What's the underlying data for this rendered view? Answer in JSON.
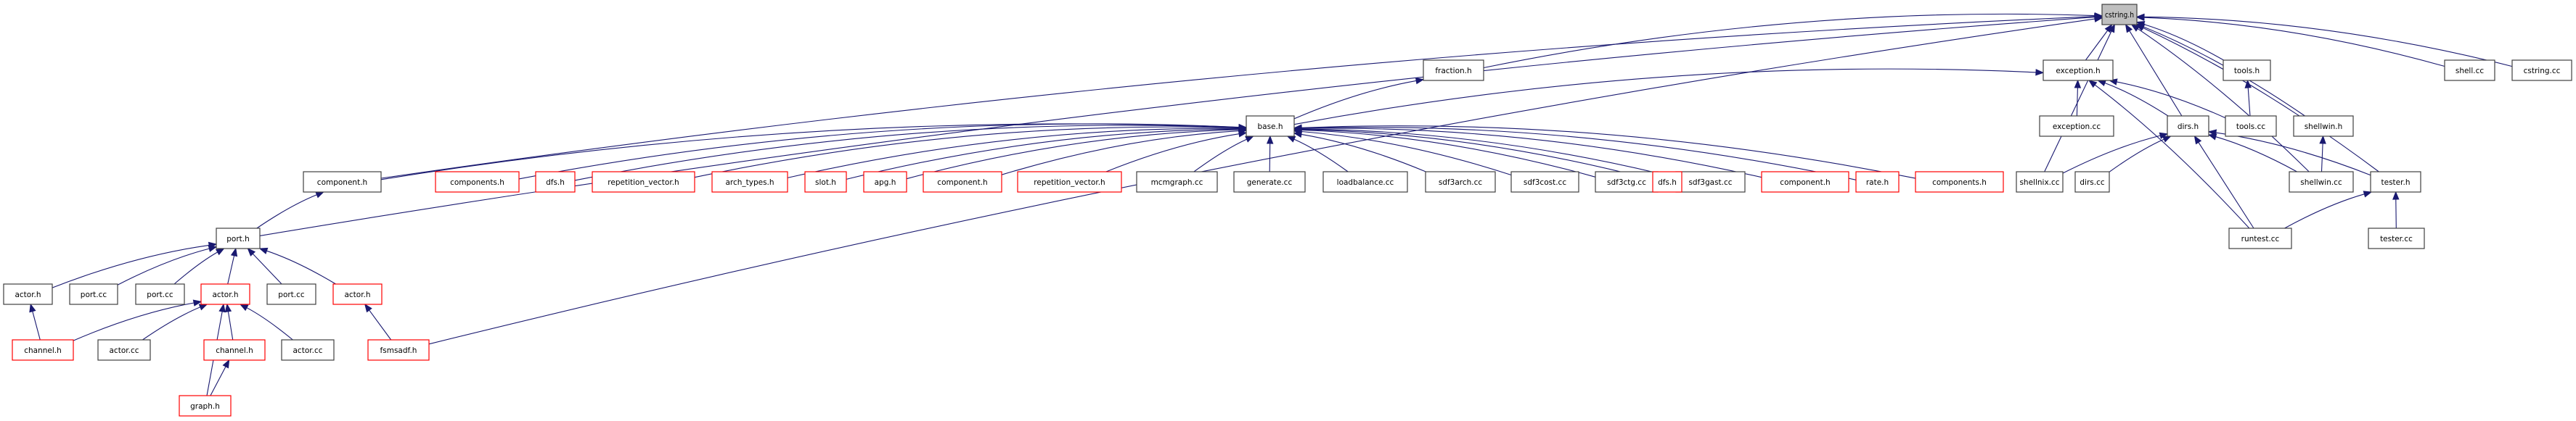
{
  "title": "cstring.h include dependency graph",
  "colors": {
    "edge": "#191970",
    "node_border_normal": "#404040",
    "node_border_truncated": "#ff0000",
    "node_fill_normal": "#ffffff",
    "node_fill_root": "#bfbfbf"
  },
  "nodes": [
    {
      "id": "cstring_h",
      "label": "cstring.h",
      "kind": "root"
    },
    {
      "id": "fraction_h",
      "label": "fraction.h",
      "kind": "normal"
    },
    {
      "id": "exception_h",
      "label": "exception.h",
      "kind": "normal"
    },
    {
      "id": "tools_h",
      "label": "tools.h",
      "kind": "normal"
    },
    {
      "id": "shell_cc",
      "label": "shell.cc",
      "kind": "normal"
    },
    {
      "id": "cstring_cc",
      "label": "cstring.cc",
      "kind": "normal"
    },
    {
      "id": "base_h",
      "label": "base.h",
      "kind": "normal"
    },
    {
      "id": "exception_cc",
      "label": "exception.cc",
      "kind": "normal"
    },
    {
      "id": "dirs_h",
      "label": "dirs.h",
      "kind": "normal"
    },
    {
      "id": "tools_cc",
      "label": "tools.cc",
      "kind": "normal"
    },
    {
      "id": "shellwin_h",
      "label": "shellwin.h",
      "kind": "normal"
    },
    {
      "id": "component_h_a",
      "label": "component.h",
      "kind": "normal"
    },
    {
      "id": "components_h_a",
      "label": "components.h",
      "kind": "truncated"
    },
    {
      "id": "dfs_h_a",
      "label": "dfs.h",
      "kind": "truncated"
    },
    {
      "id": "repetition_vector_h_a",
      "label": "repetition_vector.h",
      "kind": "truncated"
    },
    {
      "id": "arch_types_h",
      "label": "arch_types.h",
      "kind": "truncated"
    },
    {
      "id": "slot_h",
      "label": "slot.h",
      "kind": "truncated"
    },
    {
      "id": "apg_h",
      "label": "apg.h",
      "kind": "truncated"
    },
    {
      "id": "component_h_b",
      "label": "component.h",
      "kind": "truncated"
    },
    {
      "id": "repetition_vector_h_b",
      "label": "repetition_vector.h",
      "kind": "truncated"
    },
    {
      "id": "mcmgraph_cc",
      "label": "mcmgraph.cc",
      "kind": "normal"
    },
    {
      "id": "generate_cc",
      "label": "generate.cc",
      "kind": "normal"
    },
    {
      "id": "loadbalance_cc",
      "label": "loadbalance.cc",
      "kind": "normal"
    },
    {
      "id": "sdf3arch_cc",
      "label": "sdf3arch.cc",
      "kind": "normal"
    },
    {
      "id": "sdf3cost_cc",
      "label": "sdf3cost.cc",
      "kind": "normal"
    },
    {
      "id": "sdf3ctg_cc",
      "label": "sdf3ctg.cc",
      "kind": "normal"
    },
    {
      "id": "sdf3gast_cc",
      "label": "sdf3gast.cc",
      "kind": "normal"
    },
    {
      "id": "component_h_c",
      "label": "component.h",
      "kind": "truncated"
    },
    {
      "id": "rate_h",
      "label": "rate.h",
      "kind": "truncated"
    },
    {
      "id": "components_h_b",
      "label": "components.h",
      "kind": "truncated"
    },
    {
      "id": "dfs_h_b",
      "label": "dfs.h",
      "kind": "truncated"
    },
    {
      "id": "shellnix_cc",
      "label": "shellnix.cc",
      "kind": "normal"
    },
    {
      "id": "dirs_cc",
      "label": "dirs.cc",
      "kind": "normal"
    },
    {
      "id": "shellwin_cc",
      "label": "shellwin.cc",
      "kind": "normal"
    },
    {
      "id": "tester_h",
      "label": "tester.h",
      "kind": "normal"
    },
    {
      "id": "port_h",
      "label": "port.h",
      "kind": "normal"
    },
    {
      "id": "runtest_cc",
      "label": "runtest.cc",
      "kind": "normal"
    },
    {
      "id": "tester_cc",
      "label": "tester.cc",
      "kind": "normal"
    },
    {
      "id": "actor_h_a",
      "label": "actor.h",
      "kind": "normal"
    },
    {
      "id": "port_cc_a",
      "label": "port.cc",
      "kind": "normal"
    },
    {
      "id": "port_cc_b",
      "label": "port.cc",
      "kind": "normal"
    },
    {
      "id": "actor_h_b",
      "label": "actor.h",
      "kind": "truncated"
    },
    {
      "id": "port_cc_c",
      "label": "port.cc",
      "kind": "normal"
    },
    {
      "id": "actor_h_c",
      "label": "actor.h",
      "kind": "truncated"
    },
    {
      "id": "channel_h_a",
      "label": "channel.h",
      "kind": "truncated"
    },
    {
      "id": "actor_cc_a",
      "label": "actor.cc",
      "kind": "normal"
    },
    {
      "id": "channel_h_b",
      "label": "channel.h",
      "kind": "truncated"
    },
    {
      "id": "actor_cc_b",
      "label": "actor.cc",
      "kind": "normal"
    },
    {
      "id": "fsmsadf_h",
      "label": "fsmsadf.h",
      "kind": "truncated"
    },
    {
      "id": "graph_h",
      "label": "graph.h",
      "kind": "truncated"
    }
  ],
  "edges": [
    {
      "from": "fraction_h",
      "to": "cstring_h"
    },
    {
      "from": "exception_h",
      "to": "cstring_h"
    },
    {
      "from": "tools_h",
      "to": "cstring_h"
    },
    {
      "from": "shell_cc",
      "to": "cstring_h"
    },
    {
      "from": "cstring_cc",
      "to": "cstring_h"
    },
    {
      "from": "component_h_a",
      "to": "cstring_h"
    },
    {
      "from": "port_h",
      "to": "cstring_h"
    },
    {
      "from": "fsmsadf_h",
      "to": "cstring_h"
    },
    {
      "from": "dirs_h",
      "to": "cstring_h"
    },
    {
      "from": "shellnix_cc",
      "to": "cstring_h"
    },
    {
      "from": "shellwin_h",
      "to": "cstring_h"
    },
    {
      "from": "shellwin_cc",
      "to": "cstring_h"
    },
    {
      "from": "tester_h",
      "to": "cstring_h"
    },
    {
      "from": "base_h",
      "to": "fraction_h"
    },
    {
      "from": "base_h",
      "to": "exception_h"
    },
    {
      "from": "exception_cc",
      "to": "exception_h"
    },
    {
      "from": "dirs_h",
      "to": "exception_h"
    },
    {
      "from": "tools_cc",
      "to": "exception_h"
    },
    {
      "from": "runtest_cc",
      "to": "exception_h"
    },
    {
      "from": "tools_cc",
      "to": "tools_h"
    },
    {
      "from": "shellwin_cc",
      "to": "shellwin_h"
    },
    {
      "from": "component_h_a",
      "to": "base_h"
    },
    {
      "from": "components_h_a",
      "to": "base_h"
    },
    {
      "from": "dfs_h_a",
      "to": "base_h"
    },
    {
      "from": "repetition_vector_h_a",
      "to": "base_h"
    },
    {
      "from": "arch_types_h",
      "to": "base_h"
    },
    {
      "from": "slot_h",
      "to": "base_h"
    },
    {
      "from": "apg_h",
      "to": "base_h"
    },
    {
      "from": "component_h_b",
      "to": "base_h"
    },
    {
      "from": "repetition_vector_h_b",
      "to": "base_h"
    },
    {
      "from": "mcmgraph_cc",
      "to": "base_h"
    },
    {
      "from": "generate_cc",
      "to": "base_h"
    },
    {
      "from": "loadbalance_cc",
      "to": "base_h"
    },
    {
      "from": "sdf3arch_cc",
      "to": "base_h"
    },
    {
      "from": "sdf3cost_cc",
      "to": "base_h"
    },
    {
      "from": "sdf3ctg_cc",
      "to": "base_h"
    },
    {
      "from": "sdf3gast_cc",
      "to": "base_h"
    },
    {
      "from": "component_h_c",
      "to": "base_h"
    },
    {
      "from": "rate_h",
      "to": "base_h"
    },
    {
      "from": "components_h_b",
      "to": "base_h"
    },
    {
      "from": "dfs_h_b",
      "to": "base_h"
    },
    {
      "from": "shellnix_cc",
      "to": "dirs_h"
    },
    {
      "from": "dirs_cc",
      "to": "dirs_h"
    },
    {
      "from": "shellwin_cc",
      "to": "dirs_h"
    },
    {
      "from": "tester_h",
      "to": "dirs_h"
    },
    {
      "from": "runtest_cc",
      "to": "dirs_h"
    },
    {
      "from": "runtest_cc",
      "to": "tester_h"
    },
    {
      "from": "tester_cc",
      "to": "tester_h"
    },
    {
      "from": "port_h",
      "to": "component_h_a"
    },
    {
      "from": "actor_h_a",
      "to": "port_h"
    },
    {
      "from": "port_cc_a",
      "to": "port_h"
    },
    {
      "from": "port_cc_b",
      "to": "port_h"
    },
    {
      "from": "actor_h_b",
      "to": "port_h"
    },
    {
      "from": "port_cc_c",
      "to": "port_h"
    },
    {
      "from": "actor_h_c",
      "to": "port_h"
    },
    {
      "from": "channel_h_a",
      "to": "actor_h_a"
    },
    {
      "from": "channel_h_a",
      "to": "actor_h_b"
    },
    {
      "from": "actor_cc_a",
      "to": "actor_h_b"
    },
    {
      "from": "graph_h",
      "to": "actor_h_b"
    },
    {
      "from": "channel_h_b",
      "to": "actor_h_b"
    },
    {
      "from": "actor_cc_b",
      "to": "actor_h_b"
    },
    {
      "from": "graph_h",
      "to": "channel_h_b"
    },
    {
      "from": "fsmsadf_h",
      "to": "actor_h_c"
    }
  ]
}
